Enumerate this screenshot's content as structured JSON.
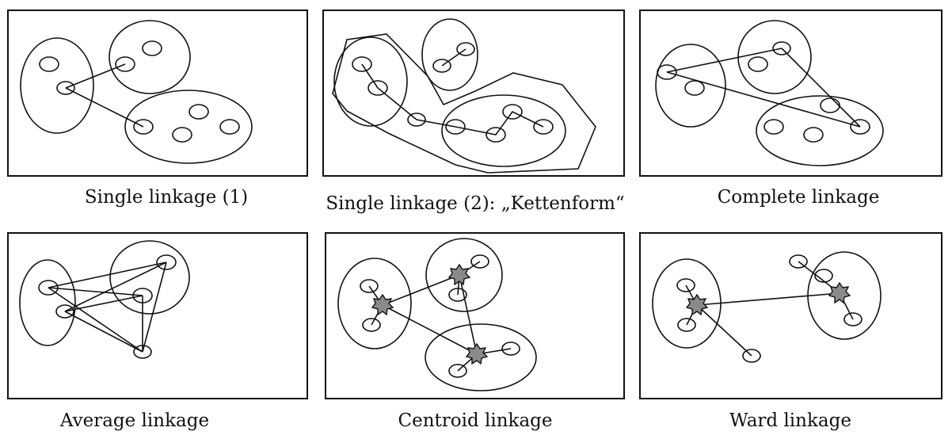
{
  "captions": [
    "Single linkage (1)",
    "Single linkage (2): „Kettenform“",
    "Complete linkage",
    "Average linkage",
    "Centroid linkage",
    "Ward linkage"
  ],
  "colors": {
    "stroke": "#111111",
    "centroid_fill": "#8a8a8a",
    "background": "#ffffff"
  }
}
